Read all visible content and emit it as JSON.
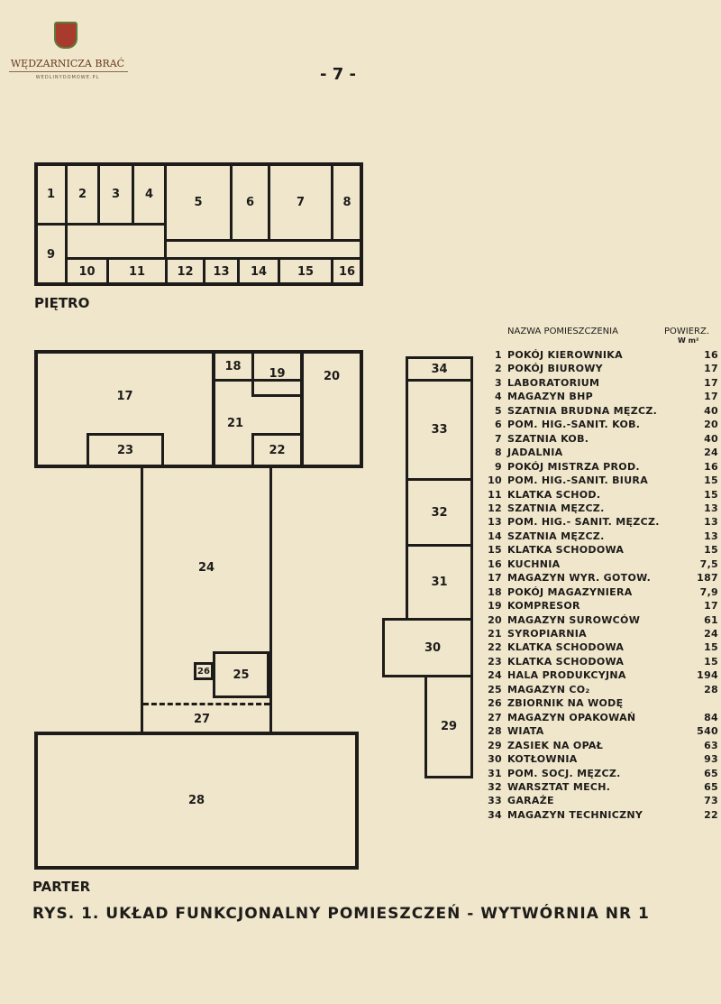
{
  "logo": {
    "brand": "WĘDZARNICZA BRAĆ",
    "site": "WEDLINYDOMOWE.PL"
  },
  "page_number": "- 7 -",
  "floor_upper_label": "PIĘTRO",
  "floor_ground_label": "PARTER",
  "legend_header": {
    "name": "NAZWA POMIESZCZENIA",
    "area": "POWIERZ.",
    "unit": "W m²"
  },
  "rooms": [
    {
      "n": "1",
      "name": "POKÓJ KIEROWNIKA",
      "area": "16"
    },
    {
      "n": "2",
      "name": "POKÓJ BIUROWY",
      "area": "17"
    },
    {
      "n": "3",
      "name": "LABORATORIUM",
      "area": "17"
    },
    {
      "n": "4",
      "name": "MAGAZYN BHP",
      "area": "17"
    },
    {
      "n": "5",
      "name": "SZATNIA BRUDNA MĘZCZ.",
      "area": "40"
    },
    {
      "n": "6",
      "name": "POM. HIG.-SANIT. KOB.",
      "area": "20"
    },
    {
      "n": "7",
      "name": "SZATNIA KOB.",
      "area": "40"
    },
    {
      "n": "8",
      "name": "JADALNIA",
      "area": "24"
    },
    {
      "n": "9",
      "name": "POKÓJ MISTRZA PROD.",
      "area": "16"
    },
    {
      "n": "10",
      "name": "POM. HIG.-SANIT. BIURA",
      "area": "15"
    },
    {
      "n": "11",
      "name": "KLATKA SCHOD.",
      "area": "15"
    },
    {
      "n": "12",
      "name": "SZATNIA MĘZCZ.",
      "area": "13"
    },
    {
      "n": "13",
      "name": "POM. HIG.- SANIT. MĘZCZ.",
      "area": "13"
    },
    {
      "n": "14",
      "name": "SZATNIA MĘZCZ.",
      "area": "13"
    },
    {
      "n": "15",
      "name": "KLATKA SCHODOWA",
      "area": "15"
    },
    {
      "n": "16",
      "name": "KUCHNIA",
      "area": "7,5"
    },
    {
      "n": "17",
      "name": "MAGAZYN WYR. GOTOW.",
      "area": "187"
    },
    {
      "n": "18",
      "name": "POKÓJ MAGAZYNIERA",
      "area": "7,9"
    },
    {
      "n": "19",
      "name": "KOMPRESOR",
      "area": "17"
    },
    {
      "n": "20",
      "name": "MAGAZYN SUROWCÓW",
      "area": "61"
    },
    {
      "n": "21",
      "name": "SYROPIARNIA",
      "area": "24"
    },
    {
      "n": "22",
      "name": "KLATKA SCHODOWA",
      "area": "15"
    },
    {
      "n": "23",
      "name": "KLATKA SCHODOWA",
      "area": "15"
    },
    {
      "n": "24",
      "name": "HALA PRODUKCYJNA",
      "area": "194"
    },
    {
      "n": "25",
      "name": "MAGAZYN CO₂",
      "area": "28"
    },
    {
      "n": "26",
      "name": "ZBIORNIK NA WODĘ",
      "area": ""
    },
    {
      "n": "27",
      "name": "MAGAZYN OPAKOWAŃ",
      "area": "84"
    },
    {
      "n": "28",
      "name": "WIATA",
      "area": "540"
    },
    {
      "n": "29",
      "name": "ZASIEK NA OPAŁ",
      "area": "63"
    },
    {
      "n": "30",
      "name": "KOTŁOWNIA",
      "area": "93"
    },
    {
      "n": "31",
      "name": "POM. SOCJ. MĘZCZ.",
      "area": "65"
    },
    {
      "n": "32",
      "name": "WARSZTAT MECH.",
      "area": "65"
    },
    {
      "n": "33",
      "name": "GARAŻE",
      "area": "73"
    },
    {
      "n": "34",
      "name": "MAGAZYN TECHNICZNY",
      "area": "22"
    }
  ],
  "caption": "RYS. 1. UKŁAD FUNKCJONALNY POMIESZCZEŃ - WYTWÓRNIA NR 1"
}
